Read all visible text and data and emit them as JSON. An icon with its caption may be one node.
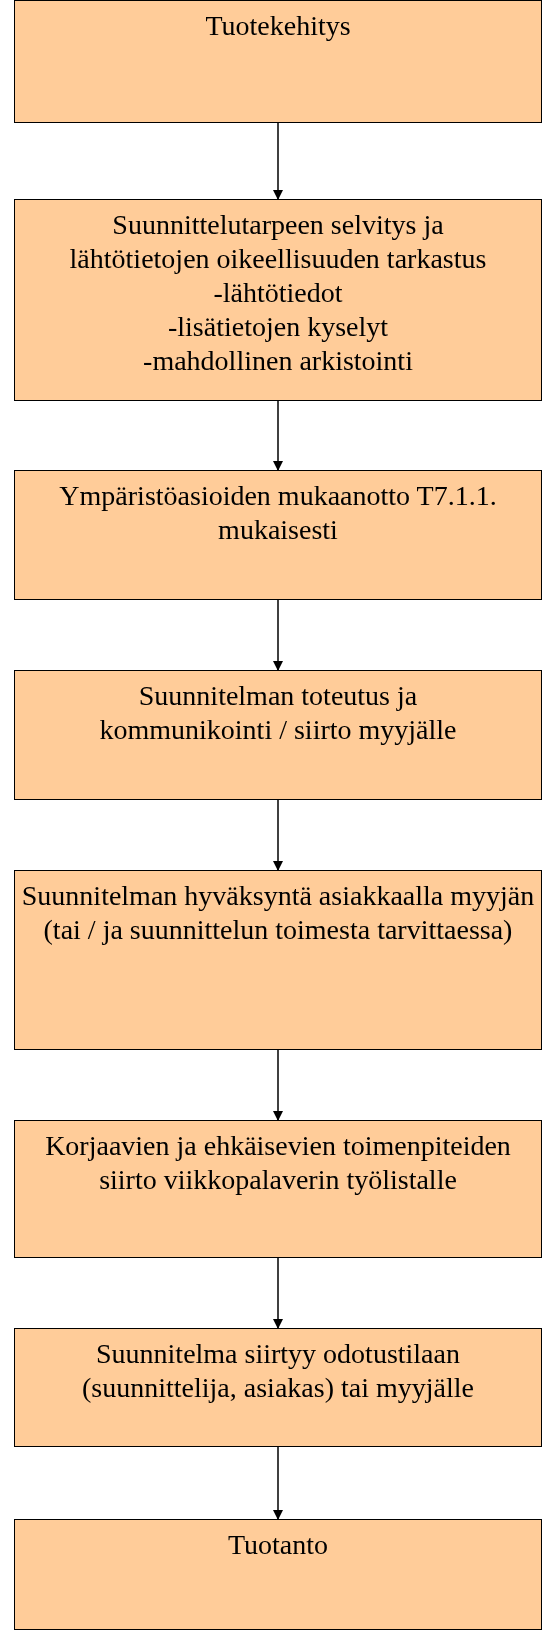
{
  "diagram": {
    "nodes": [
      {
        "text": [
          "Tuotekehitys"
        ]
      },
      {
        "text": [
          "Suunnittelutarpeen selvitys ja lähtötietojen oikeellisuuden tarkastus",
          "-lähtötiedot",
          "-lisätietojen kyselyt",
          "-mahdollinen arkistointi"
        ]
      },
      {
        "text": [
          "Ympäristöasioiden mukaanotto T7.1.1. mukaisesti"
        ]
      },
      {
        "text": [
          "Suunnitelman toteutus ja kommunikointi / siirto myyjälle"
        ]
      },
      {
        "text": [
          "Suunnitelman hyväksyntä asiakkaalla myyjän (tai / ja suunnittelun toimesta tarvittaessa)"
        ]
      },
      {
        "text": [
          "Korjaavien ja ehkäisevien toimenpiteiden siirto viikkopalaverin työlistalle"
        ]
      },
      {
        "text": [
          "Suunnitelma siirtyy odotustilaan (suunnittelija, asiakas) tai myyjälle"
        ]
      },
      {
        "text": [
          "Tuotanto"
        ]
      }
    ],
    "edges": [
      {
        "from": 0,
        "to": 1,
        "arrow": "to"
      },
      {
        "from": 1,
        "to": 2,
        "arrow": "to"
      },
      {
        "from": 2,
        "to": 3,
        "arrow": "to"
      },
      {
        "from": 3,
        "to": 4,
        "arrow": "to"
      },
      {
        "from": 4,
        "to": 5,
        "arrow": "to"
      },
      {
        "from": 5,
        "to": 6,
        "arrow": "to"
      },
      {
        "from": 6,
        "to": 7,
        "arrow": "to"
      }
    ]
  }
}
